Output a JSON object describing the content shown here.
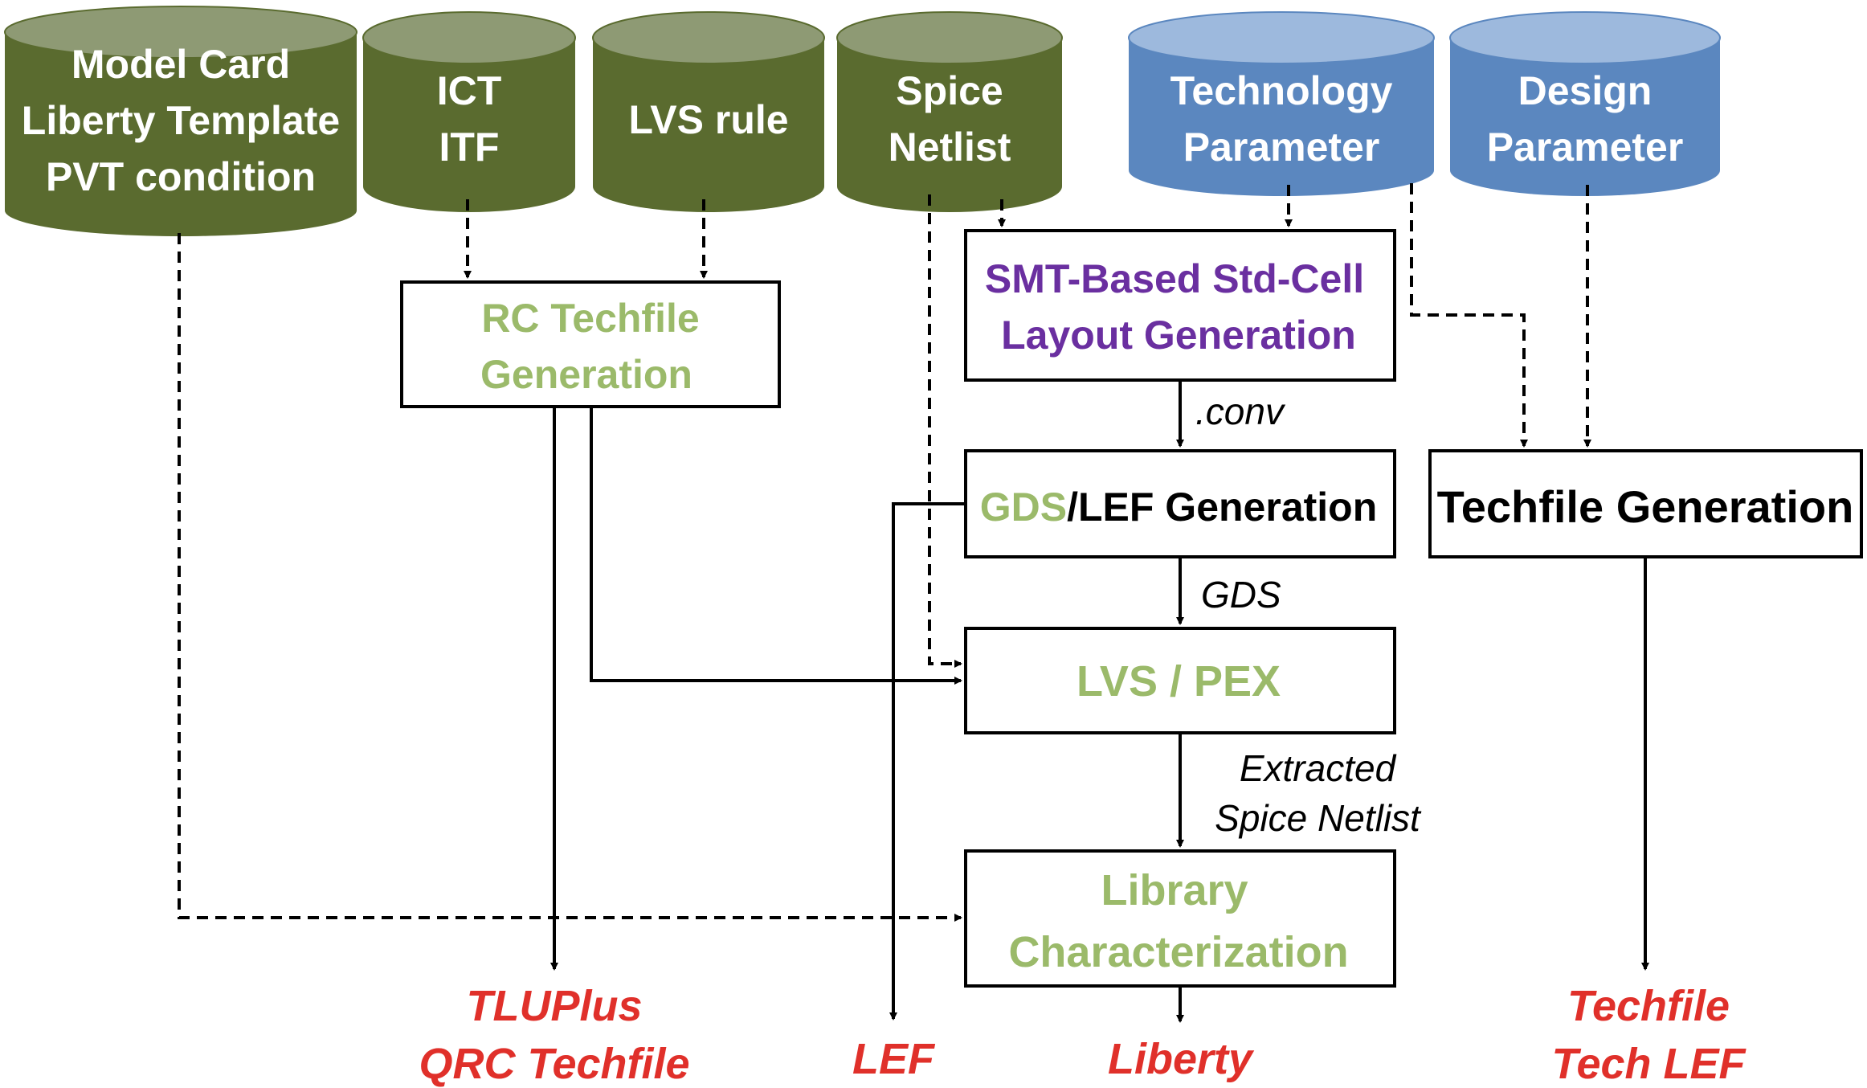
{
  "colors": {
    "db_green": "#5a6b2f",
    "db_green_top": "#8e9a74",
    "db_blue": "#5b87bf",
    "db_blue_top": "#9db9dd",
    "process_green_text": "#9bba6a",
    "process_purple_text": "#6a2fa0",
    "output_red": "#e0302a",
    "line": "#000000"
  },
  "inputs": {
    "model_card": [
      "Model Card",
      "Liberty Template",
      "PVT condition"
    ],
    "ict_itf": [
      "ICT",
      "ITF"
    ],
    "lvs_rule": [
      "LVS rule"
    ],
    "spice_netlist": [
      "Spice",
      "Netlist"
    ],
    "technology_parameter": [
      "Technology",
      "Parameter"
    ],
    "design_parameter": [
      "Design",
      "Parameter"
    ]
  },
  "processes": {
    "rc_techfile": [
      "RC Techfile",
      "Generation"
    ],
    "smt_layout": [
      "SMT-Based Std-Cell",
      "Layout Generation"
    ],
    "gds_lef": {
      "part1": "GDS",
      "part2": "/LEF Generation"
    },
    "lvs_pex": "LVS / PEX",
    "library_char": [
      "Library",
      "Characterization"
    ],
    "techfile_gen": "Techfile Generation"
  },
  "edge_labels": {
    "conv": ".conv",
    "gds": "GDS",
    "extracted": [
      "Extracted",
      "Spice Netlist"
    ]
  },
  "outputs": {
    "tluplus": [
      "TLUPlus",
      "QRC Techfile"
    ],
    "lef": "LEF",
    "liberty": "Liberty",
    "techfile": [
      "Techfile",
      "Tech LEF"
    ]
  }
}
